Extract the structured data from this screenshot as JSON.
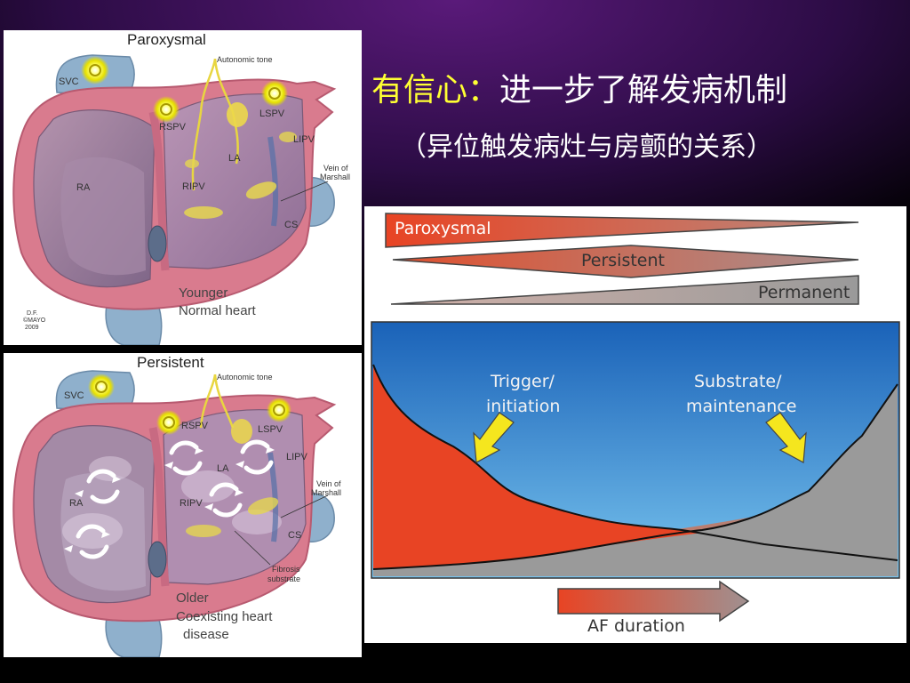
{
  "title": {
    "main_yellow": "有信心：",
    "main_white": "进一步了解发病机制",
    "subtitle": "（异位触发病灶与房颤的关系）"
  },
  "top_panel": {
    "title": "Paroxysmal",
    "labels": {
      "svc": "SVC",
      "autonomic": "Autonomic tone",
      "rspv": "RSPV",
      "lspv": "LSPV",
      "lipv": "LIPV",
      "la": "LA",
      "ra": "RA",
      "ripv": "RIPV",
      "vein": "Vein of",
      "marshall": "Marshall",
      "cs": "CS"
    },
    "desc_line1": "Younger",
    "desc_line2": "Normal heart",
    "credit_line1": "D.F.",
    "credit_line2": "©MAYO",
    "credit_line3": "2009"
  },
  "bottom_panel": {
    "title": "Persistent",
    "labels": {
      "svc": "SVC",
      "autonomic": "Autonomic tone",
      "rspv": "RSPV",
      "lspv": "LSPV",
      "lipv": "LIPV",
      "la": "LA",
      "ra": "RA",
      "ripv": "RIPV",
      "vein": "Vein of",
      "marshall": "Marshall",
      "cs": "CS",
      "fibrosis": "Fibrosis",
      "substrate": "substrate"
    },
    "desc_line1": "Older",
    "desc_line2": "Coexisting heart",
    "desc_line3": "disease"
  },
  "af_diagram": {
    "bar_paroxysmal": "Paroxysmal",
    "bar_persistent": "Persistent",
    "bar_permanent": "Permanent",
    "trigger_line1": "Trigger/",
    "trigger_line2": "initiation",
    "substrate_line1": "Substrate/",
    "substrate_line2": "maintenance",
    "duration_label": "AF duration"
  },
  "colors": {
    "title_yellow": "#ffff33",
    "trigger_red": "#e84424",
    "substrate_gray": "#9a9a9a",
    "sky_blue_top": "#1a6fc4",
    "sky_blue_bottom": "#6ab8e6",
    "heart_pink": "#d97b8e",
    "vessel_blue": "#8fb0cc"
  },
  "icons": {
    "focus": "glowing-focus-icon",
    "rotor": "circular-reentry-icon",
    "arrow": "yellow-pointer-arrow-icon"
  }
}
